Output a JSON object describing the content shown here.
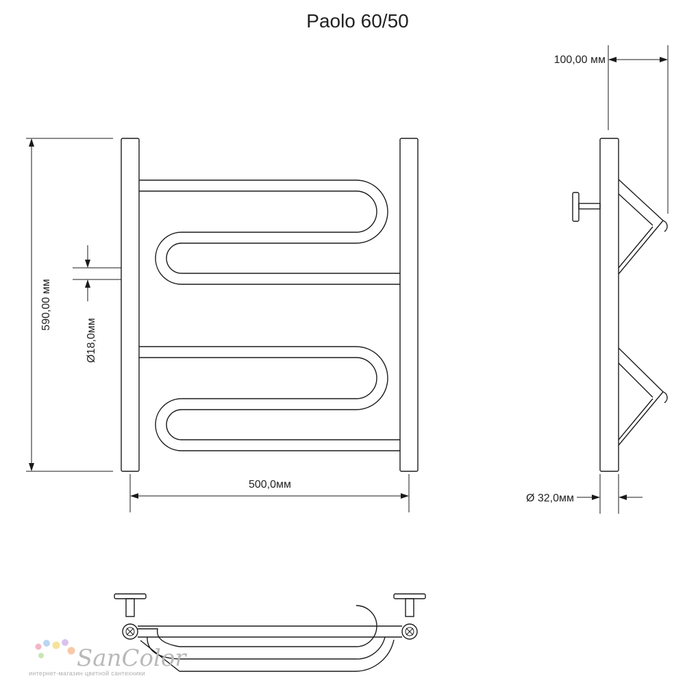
{
  "title": "Paolo 60/50",
  "dimensions": {
    "height": "590,00 мм",
    "width": "500,0мм",
    "tube_diameter": "Ø18,0мм",
    "depth": "100,00 мм",
    "post_diameter": "Ø 32,0мм"
  },
  "watermark": {
    "brand": "SanColor",
    "tagline": "интернет-магазин цветной сантехники",
    "dot_colors": [
      "#f2b6c6",
      "#b9d6f2",
      "#f6e39a",
      "#c8e6b4",
      "#d9c2ec",
      "#f7c9a8"
    ]
  }
}
